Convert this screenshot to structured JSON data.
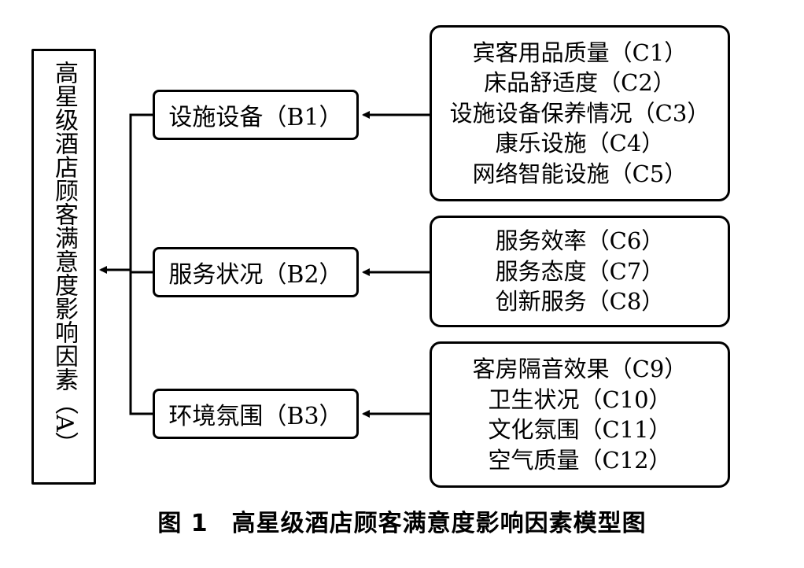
{
  "root": {
    "label": "高星级酒店顾客满意度影响因素（A）"
  },
  "groups": [
    {
      "label": "设施设备（B1）",
      "items": [
        "宾客用品质量（C1）",
        "床品舒适度（C2）",
        "设施设备保养情况（C3）",
        "康乐设施（C4）",
        "网络智能设施（C5）"
      ]
    },
    {
      "label": "服务状况（B2）",
      "items": [
        "服务效率（C6）",
        "服务态度（C7）",
        "创新服务（C8）"
      ]
    },
    {
      "label": "环境氛围（B3）",
      "items": [
        "客房隔音效果（C9）",
        "卫生状况（C10）",
        "文化氛围（C11）",
        "空气质量（C12）"
      ]
    }
  ],
  "caption": {
    "number": "图 1",
    "title": "高星级酒店顾客满意度影响因素模型图"
  },
  "colors": {
    "line": "#000000",
    "background": "#ffffff"
  }
}
